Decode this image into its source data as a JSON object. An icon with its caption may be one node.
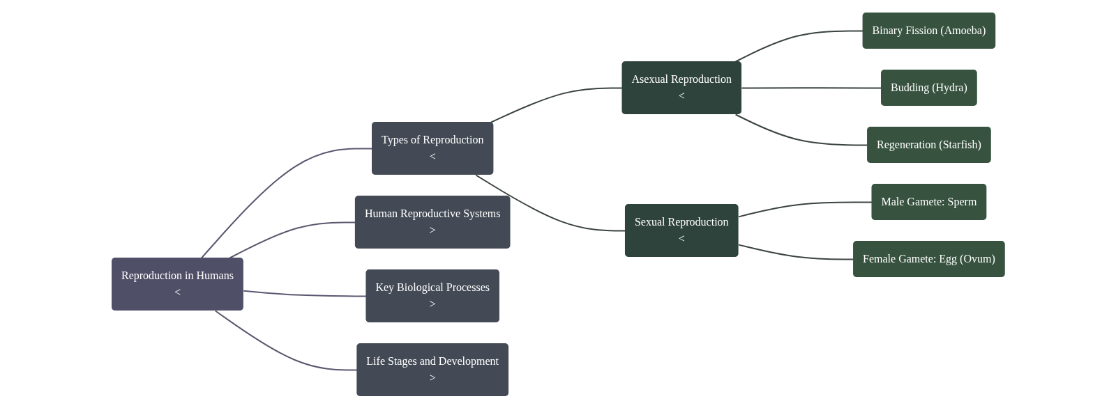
{
  "diagram": {
    "nodes": [
      {
        "text": [
          "Reproduction in Humans",
          "<"
        ]
      },
      {
        "text": [
          "Types of Reproduction",
          "<"
        ]
      },
      {
        "text": [
          "Human Reproductive Systems",
          ">"
        ]
      },
      {
        "text": [
          "Key Biological Processes",
          ">"
        ]
      },
      {
        "text": [
          "Life Stages and Development",
          ">"
        ]
      },
      {
        "text": [
          "Asexual Reproduction",
          "<"
        ]
      },
      {
        "text": [
          "Sexual Reproduction",
          "<"
        ]
      },
      {
        "text": [
          "Binary Fission (Amoeba)"
        ]
      },
      {
        "text": [
          "Budding (Hydra)"
        ]
      },
      {
        "text": [
          "Regeneration (Starfish)"
        ]
      },
      {
        "text": [
          "Male Gamete: Sperm"
        ]
      },
      {
        "text": [
          "Female Gamete: Egg (Ovum)"
        ]
      }
    ],
    "edges": [
      {
        "from": 0,
        "to": 1,
        "arrow": "none",
        "color": "#5a5870"
      },
      {
        "from": 0,
        "to": 2,
        "arrow": "none",
        "color": "#5a5870"
      },
      {
        "from": 0,
        "to": 3,
        "arrow": "none",
        "color": "#5a5870"
      },
      {
        "from": 0,
        "to": 4,
        "arrow": "none",
        "color": "#5a5870"
      },
      {
        "from": 1,
        "to": 5,
        "arrow": "none"
      },
      {
        "from": 1,
        "to": 6,
        "arrow": "none"
      },
      {
        "from": 5,
        "to": 7,
        "arrow": "none"
      },
      {
        "from": 5,
        "to": 8,
        "arrow": "none"
      },
      {
        "from": 5,
        "to": 9,
        "arrow": "none"
      },
      {
        "from": 6,
        "to": 10,
        "arrow": "none"
      },
      {
        "from": 6,
        "to": 11,
        "arrow": "none"
      }
    ]
  }
}
